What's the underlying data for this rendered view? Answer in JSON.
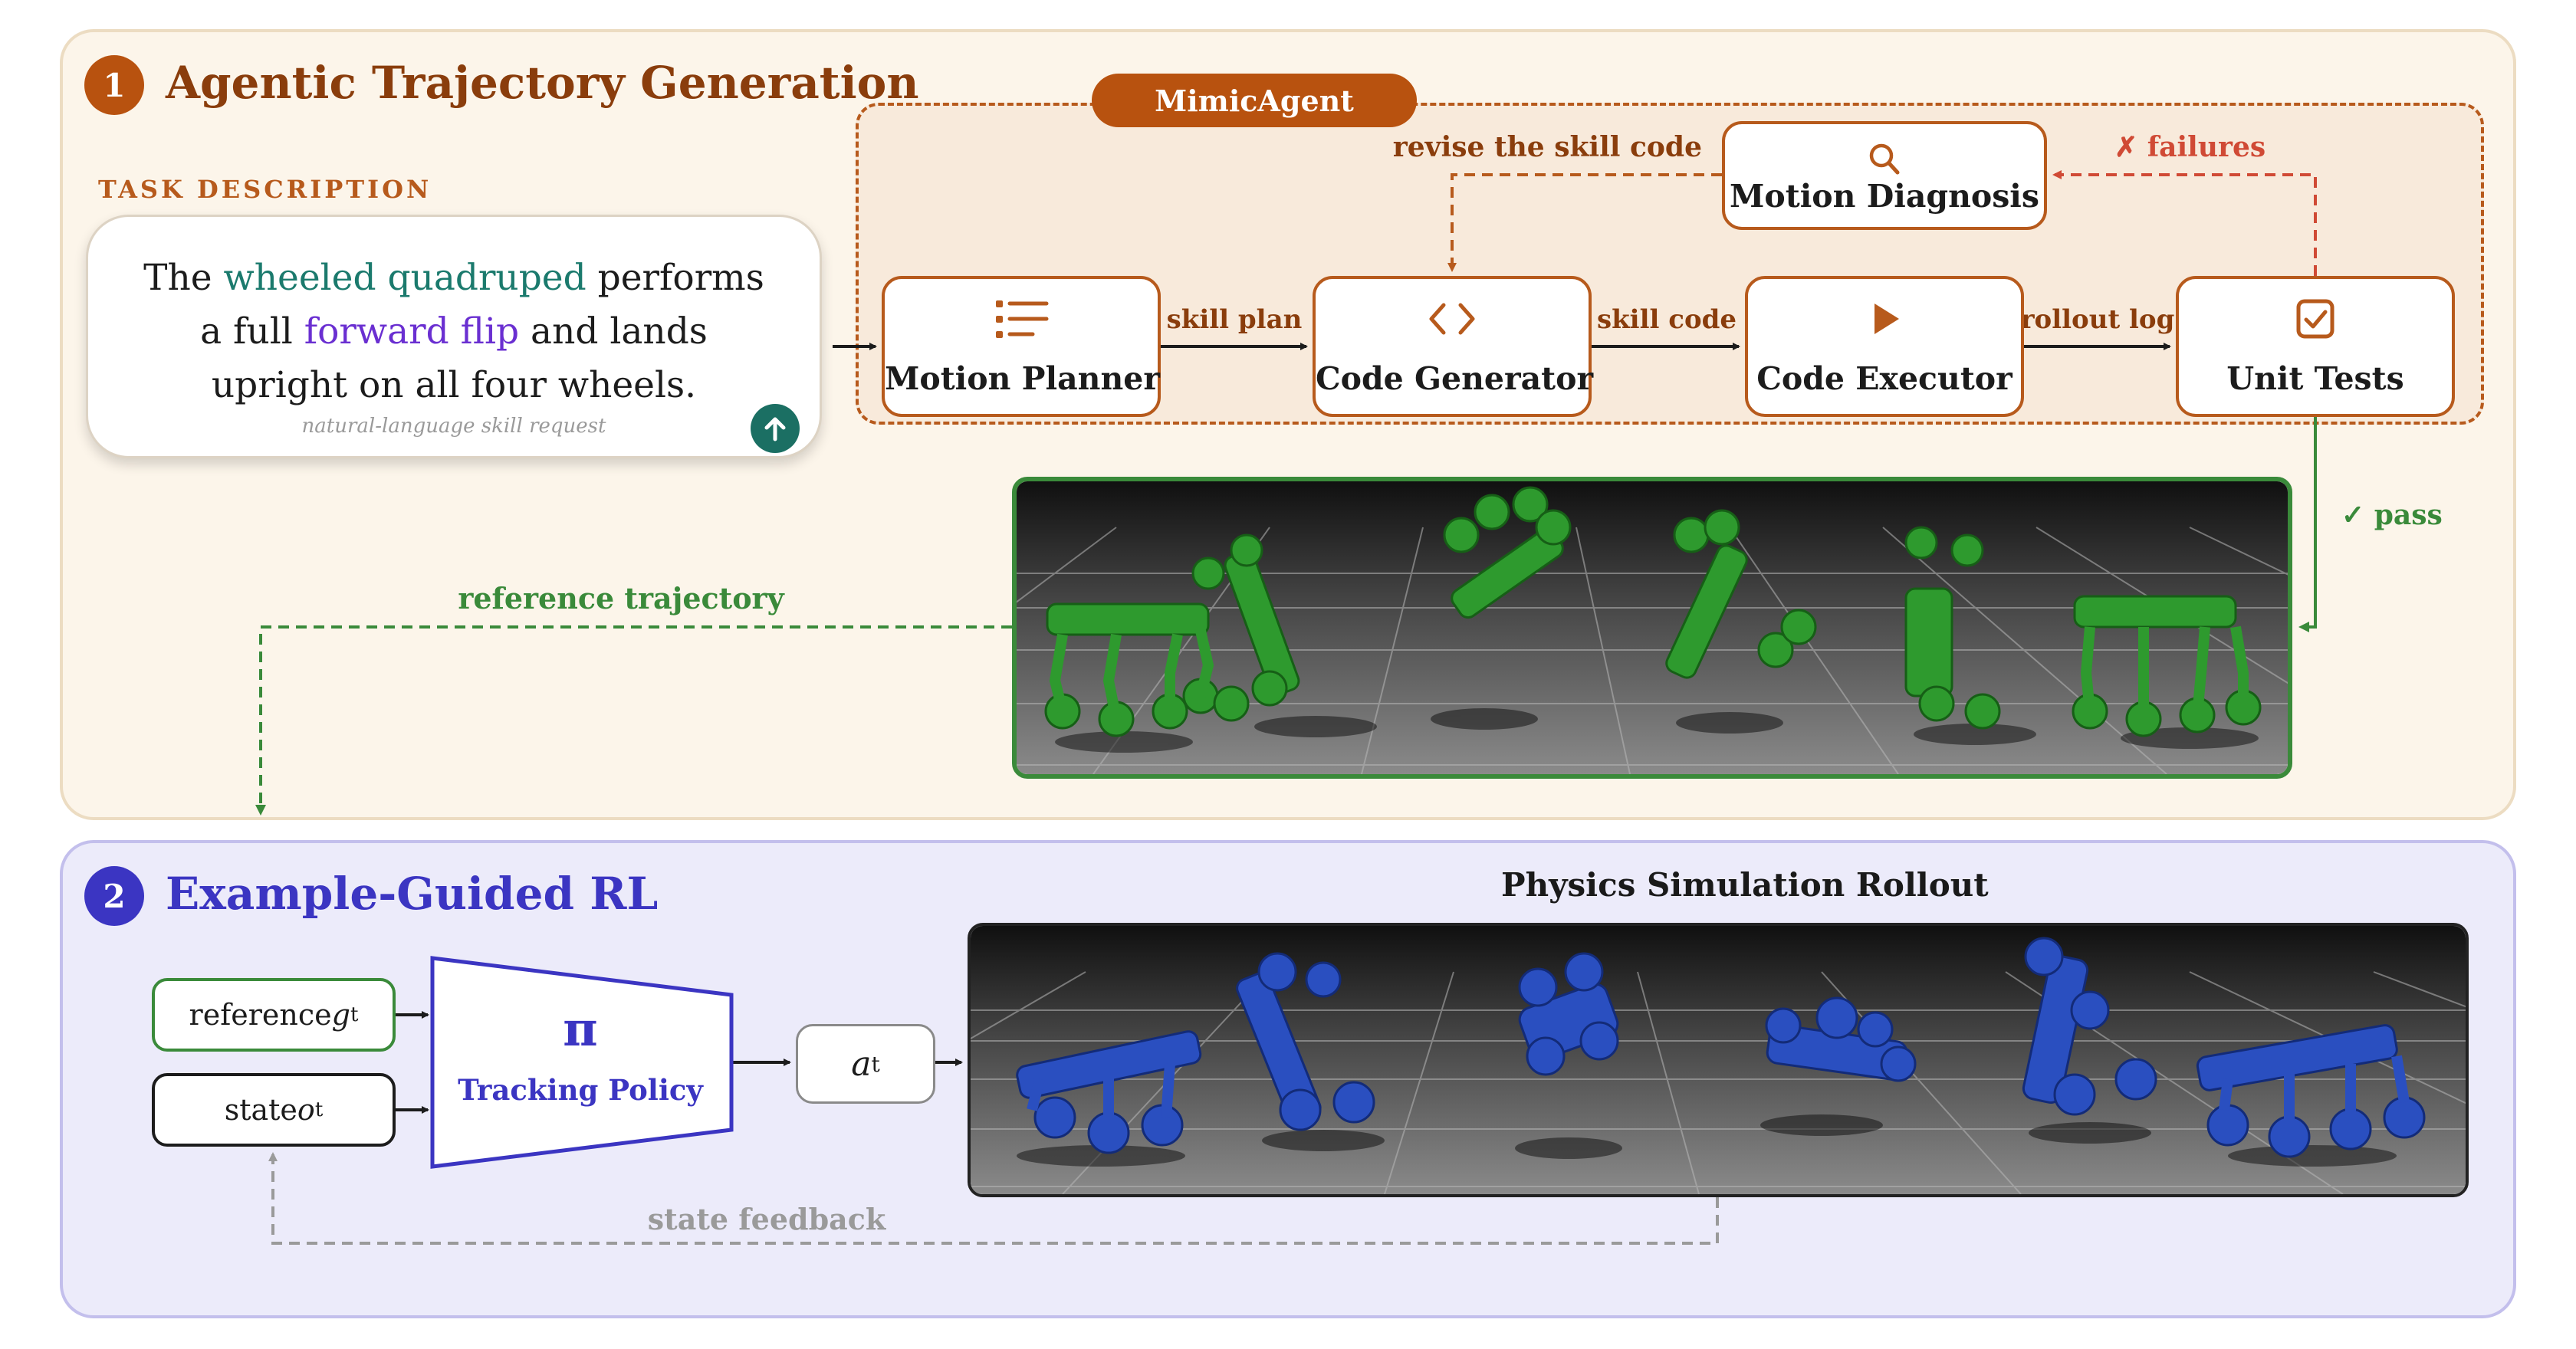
{
  "section1": {
    "number": "1",
    "title": "Agentic Trajectory Generation",
    "color": "#8a3d0c",
    "badge_color": "#b8520f"
  },
  "section2": {
    "number": "2",
    "title": "Example-Guided RL",
    "color": "#3b35c2",
    "badge_color": "#3b35c2"
  },
  "mimic_agent": {
    "label": "MimicAgent"
  },
  "task": {
    "heading": "TASK DESCRIPTION",
    "line1": {
      "pre": "The ",
      "green": "wheeled quadruped",
      "post": " performs"
    },
    "line2": {
      "pre": "a full ",
      "purple": "forward flip",
      "post": " and lands"
    },
    "line3": "upright on all four wheels.",
    "caption": "natural-language skill request",
    "send_icon": "arrow-up-icon"
  },
  "nodes": {
    "motion_planner": {
      "label": "Motion Planner",
      "icon": "list-icon"
    },
    "code_generator": {
      "label": "Code Generator",
      "icon": "code-brackets-icon"
    },
    "code_executor": {
      "label": "Code Executor",
      "icon": "play-icon"
    },
    "unit_tests": {
      "label": "Unit Tests",
      "icon": "checkbox-icon"
    },
    "motion_diagnosis": {
      "label": "Motion Diagnosis",
      "icon": "magnifier-icon"
    }
  },
  "edges": {
    "skill_plan": "skill plan",
    "skill_code": "skill code",
    "rollout_log": "rollout log",
    "revise": "revise the skill code",
    "failures": "✗ failures",
    "pass": "✓ pass",
    "reference_trajectory": "reference trajectory",
    "state_feedback": "state feedback"
  },
  "rl": {
    "rollout_title": "Physics Simulation Rollout",
    "reference_input": {
      "text": "reference ",
      "var": "g",
      "sub": "t"
    },
    "state_input": {
      "text": "state ",
      "var": "o",
      "sub": "t"
    },
    "policy_symbol": "π",
    "policy_label": "Tracking Policy",
    "action": {
      "var": "a",
      "sub": "t"
    }
  },
  "colors": {
    "orange_accent": "#b75a1c",
    "failure_red": "#d04a35",
    "pass_green": "#3a8a3a",
    "policy_blue": "#3b35c2",
    "robot_green": "#2e9a2e",
    "robot_blue": "#2a4fc0"
  }
}
